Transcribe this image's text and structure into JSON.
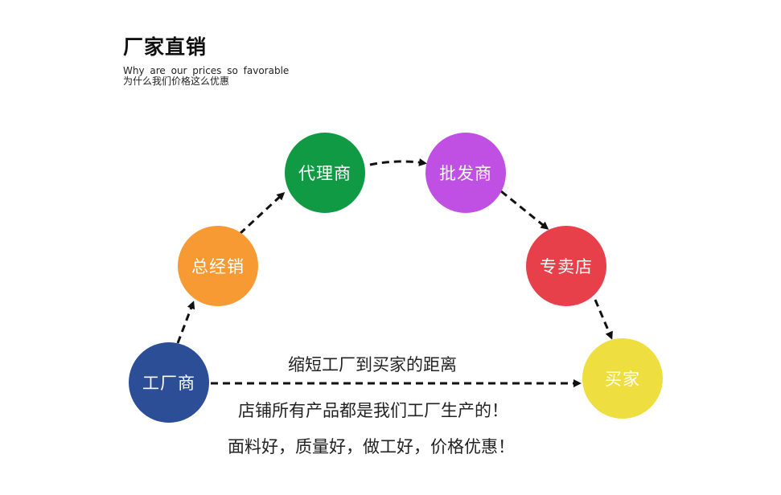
{
  "header": {
    "title": "厂家直销",
    "subtitle_en": "Why are our prices so favorable",
    "subtitle_cn": "为什么我们价格这么优惠"
  },
  "nodes": [
    {
      "id": "factory",
      "label": "工厂商",
      "color": "#2b4e96"
    },
    {
      "id": "distributor",
      "label": "总经销",
      "color": "#f79a33"
    },
    {
      "id": "agent",
      "label": "代理商",
      "color": "#0f9a43"
    },
    {
      "id": "wholesaler",
      "label": "批发商",
      "color": "#c04fe4"
    },
    {
      "id": "store",
      "label": "专卖店",
      "color": "#e8404a"
    },
    {
      "id": "buyer",
      "label": "买家",
      "color": "#efde3f"
    }
  ],
  "captions": {
    "main": "缩短工厂到买家的距离",
    "line1": "店铺所有产品都是我们工厂生产的！",
    "line2": "面料好，质量好，做工好，价格优惠！"
  }
}
